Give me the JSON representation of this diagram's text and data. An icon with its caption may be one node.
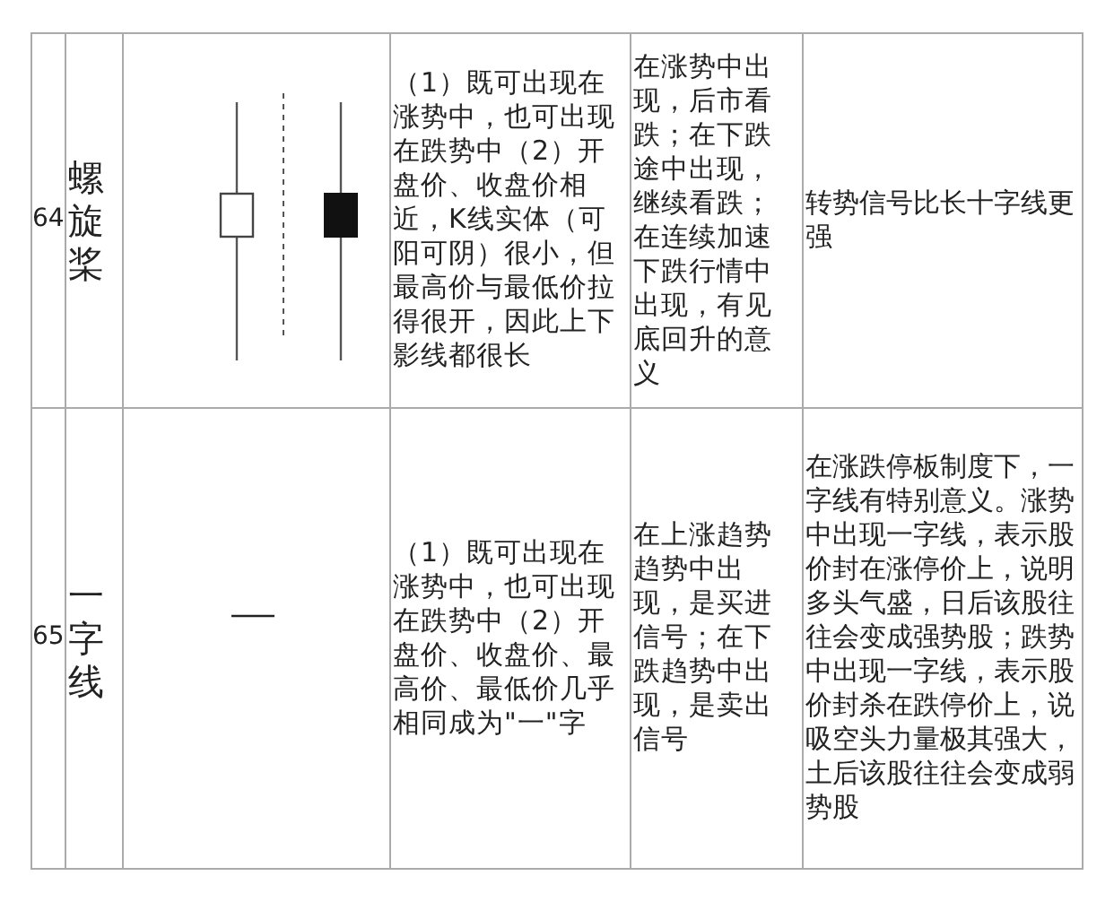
{
  "diagram": {
    "labels": [
      "64",
      "螺旋桨",
      "（1）既可出现在涨势中，也可出现在跌势中（2）开盘价、收盘价相近，K线实体（可阳可阴）很小，但最高价与最低价拉得很开，因此上下影线都很长",
      "在涨势中出现，后市看跌；在下跌途中出现，继续看跌；在连续加速下跌行情中出现，有见底回升的意义",
      "转势信号比长十字线更强",
      "65",
      "一字线",
      "（1）既可出现在涨势中，也可出现在跌势中（2）开盘价、收盘价、最高价、最低价几乎相同成为\"一\"字",
      "在上涨趋势趋势中出现，是买进信号；在下跌趋势中出现，是卖出信号",
      "在涨跌停板制度下，一字线有特别意义。涨势中出现一字线，表示股价封在涨停价上，说明多头气盛，日后该股往往会变成强势股；跌势中出现一字线，表示股价封杀在跌停价上，说吸空头力量极其强大，土后该股往往会变成弱势股"
    ]
  }
}
